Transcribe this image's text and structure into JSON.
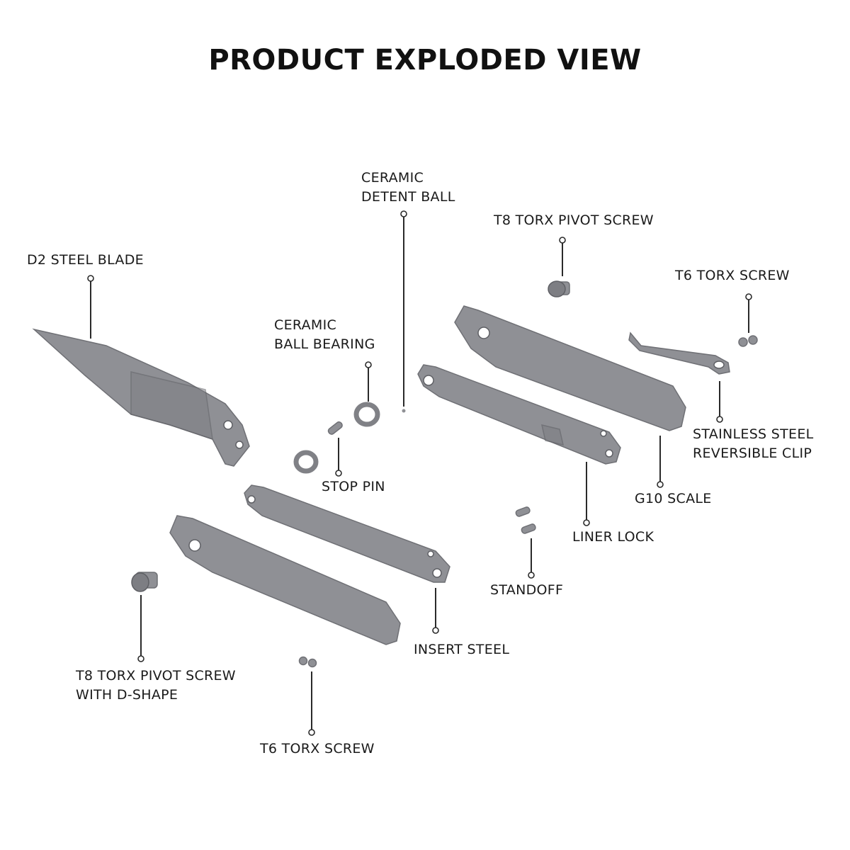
{
  "title": "PRODUCT EXPLODED VIEW",
  "theme": {
    "part_fill": "#8f9095",
    "part_stroke": "#6f7075",
    "text": "#1a1a1a",
    "background": "#ffffff"
  },
  "labels": {
    "d2_steel_blade": [
      "D2 STEEL BLADE"
    ],
    "ceramic_detent_ball": [
      "CERAMIC",
      "DETENT BALL"
    ],
    "t8_torx_pivot_screw": [
      "T8 TORX PIVOT SCREW"
    ],
    "t6_torx_screw_top": [
      "T6 TORX SCREW"
    ],
    "ceramic_ball_bearing": [
      "CERAMIC",
      "BALL BEARING"
    ],
    "stop_pin": [
      "STOP PIN"
    ],
    "stainless_steel_reversible_clip": [
      "STAINLESS STEEL",
      "REVERSIBLE CLIP"
    ],
    "g10_scale": [
      "G10 SCALE"
    ],
    "liner_lock": [
      "LINER LOCK"
    ],
    "standoff": [
      "STANDOFF"
    ],
    "insert_steel": [
      "INSERT STEEL"
    ],
    "t8_torx_pivot_screw_d_shape": [
      "T8 TORX PIVOT SCREW",
      "WITH D-SHAPE"
    ],
    "t6_torx_screw_bottom": [
      "T6 TORX SCREW"
    ]
  }
}
